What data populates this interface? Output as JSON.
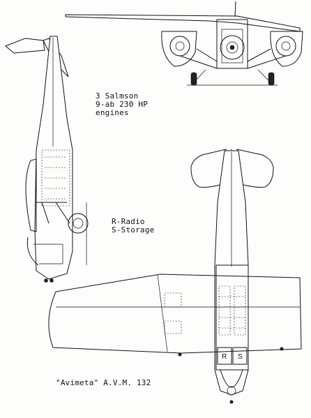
{
  "drawing": {
    "engines_lines": [
      "3 Salmson",
      "9-ab 230 HP",
      "engines"
    ],
    "legend_lines": [
      "R-Radio",
      "S-Storage"
    ],
    "caption": "\"Avimeta\" A.V.M. 132",
    "plan_marks": {
      "radio": "R",
      "storage": "S"
    }
  }
}
